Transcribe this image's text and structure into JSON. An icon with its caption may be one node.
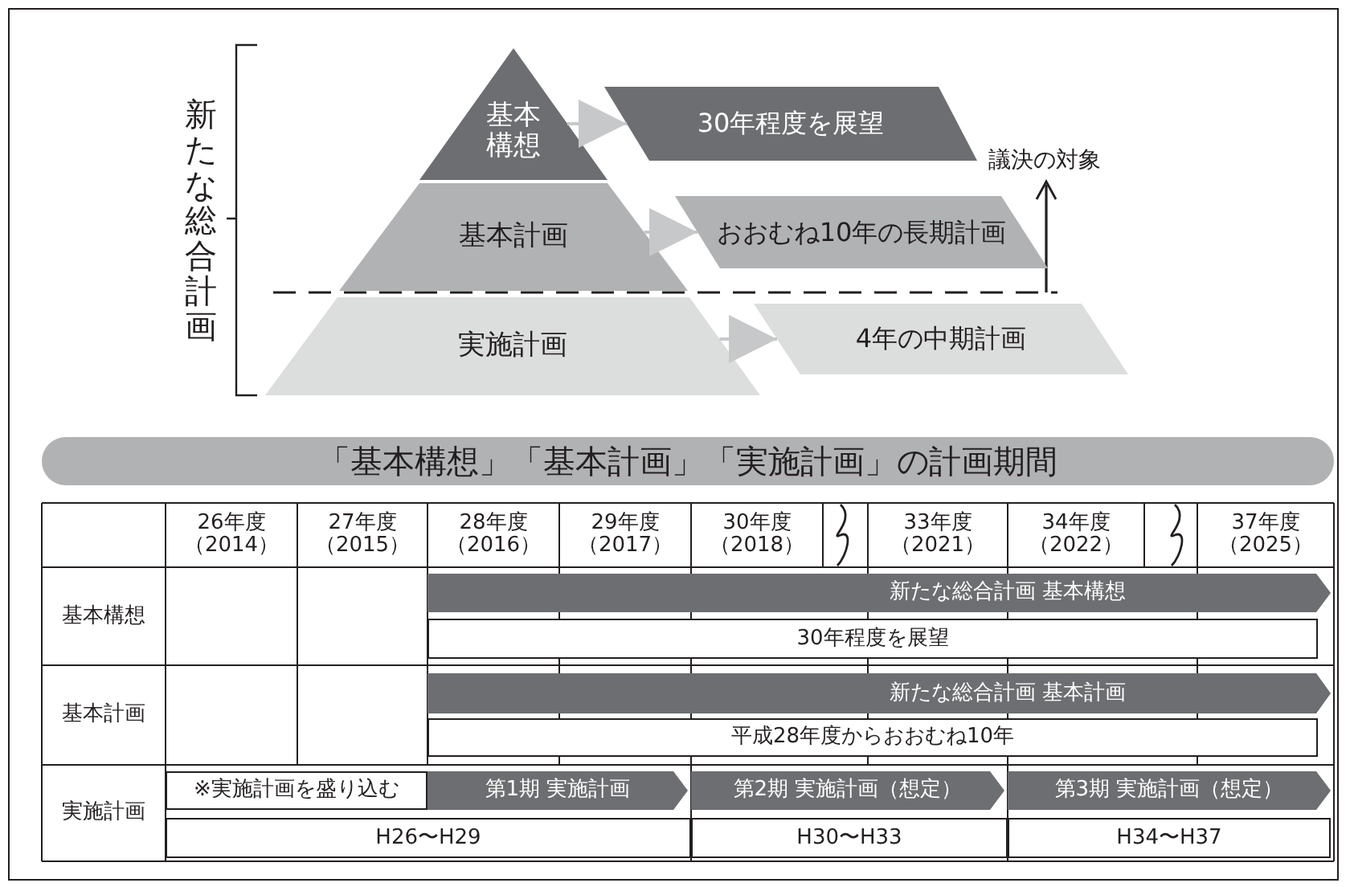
{
  "diagram": {
    "nodes": [
      {
        "text": [
          "基本構想"
        ]
      },
      {
        "text": [
          "基本計画"
        ]
      },
      {
        "text": [
          "実施計画"
        ]
      },
      {
        "text": [
          "30年程度を展望"
        ]
      },
      {
        "text": [
          "おおむね10年の長期計画"
        ]
      },
      {
        "text": [
          "4年の中期計画"
        ]
      },
      {
        "text": [
          "「基本構想」「基本計画」「実施計画」の計画期間"
        ]
      },
      {
        "text": [
          "新たな総合計画 基本構想"
        ]
      },
      {
        "text": [
          "30年程度を展望"
        ]
      },
      {
        "text": [
          "新たな総合計画 基本計画"
        ]
      },
      {
        "text": [
          "平成28年度からおおむね10年"
        ]
      },
      {
        "text": [
          "※実施計画を盛り込む"
        ]
      },
      {
        "text": [
          "第1期 実施計画"
        ]
      },
      {
        "text": [
          "第2期 実施計画（想定）"
        ]
      },
      {
        "text": [
          "第3期 実施計画（想定）"
        ]
      },
      {
        "text": [
          "H26〜H29"
        ]
      },
      {
        "text": [
          "H30〜H33"
        ]
      },
      {
        "text": [
          "H34〜H37"
        ]
      }
    ],
    "edges": [
      {
        "from": 0,
        "to": 3,
        "arrow": "to"
      },
      {
        "from": 1,
        "to": 4,
        "arrow": "to"
      },
      {
        "from": 2,
        "to": 5,
        "arrow": "to"
      }
    ],
    "labels": [
      "新たな総合計画",
      "議決の対象",
      "26年度（2014）",
      "27年度（2015）",
      "28年度（2016）",
      "29年度（2017）",
      "30年度（2018）",
      "33年度（2021）",
      "34年度（2022）",
      "37年度（2025）",
      "基本構想",
      "基本計画",
      "実施計画"
    ]
  }
}
